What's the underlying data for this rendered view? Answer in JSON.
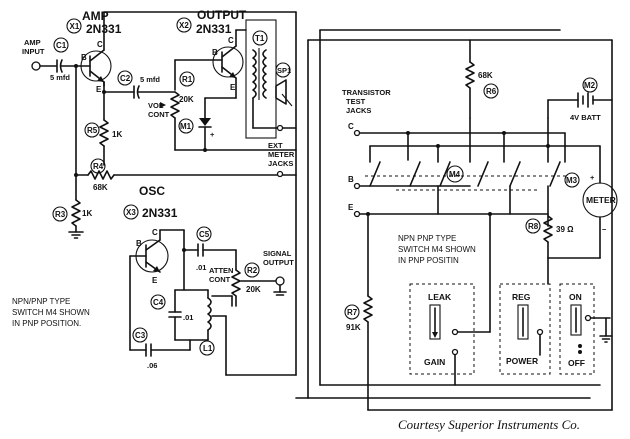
{
  "transistors": {
    "amp": {
      "label": "AMP",
      "ref": "X1",
      "part": "2N331"
    },
    "output": {
      "label": "OUTPUT",
      "ref": "X2",
      "part": "2N331"
    },
    "osc": {
      "label": "OSC",
      "ref": "X3",
      "part": "2N331"
    },
    "pins": {
      "b": "B",
      "c": "C",
      "e": "E"
    }
  },
  "components": {
    "c1": {
      "ref": "C1",
      "value": "5 mfd"
    },
    "c2": {
      "ref": "C2",
      "value": "5 mfd"
    },
    "c3": {
      "ref": "C3",
      "value": ".06"
    },
    "c4": {
      "ref": "C4",
      "value": ".01"
    },
    "c5": {
      "ref": "C5",
      "value": ".01"
    },
    "r1": {
      "ref": "R1",
      "value": "20K"
    },
    "r2": {
      "ref": "R2",
      "value": "20K"
    },
    "r3": {
      "ref": "R3",
      "value": "1K"
    },
    "r4": {
      "ref": "R4",
      "value": "68K"
    },
    "r5": {
      "ref": "R5",
      "value": "1K"
    },
    "r6": {
      "ref": "R6",
      "value": "68K"
    },
    "r7": {
      "ref": "R7",
      "value": "91K"
    },
    "r8": {
      "ref": "R8",
      "value": "39 Ω"
    },
    "m1": {
      "ref": "M1"
    },
    "m2": {
      "ref": "M2",
      "value": "4V BATT"
    },
    "m3": {
      "ref": "M3",
      "value": "METER"
    },
    "m4": {
      "ref": "M4"
    },
    "t1": {
      "ref": "T1"
    },
    "sp1": {
      "ref": "SP1"
    },
    "l1": {
      "ref": "L1"
    }
  },
  "labels": {
    "amp_input": [
      "AMP",
      "INPUT"
    ],
    "vol_cont": [
      "VOL",
      "CONT"
    ],
    "ext_meter_jacks": [
      "EXT",
      "METER",
      "JACKS"
    ],
    "transistor_test_jacks": [
      "TRANSISTOR",
      "TEST",
      "JACKS"
    ],
    "jack_c": "C",
    "jack_b": "B",
    "jack_e": "E",
    "atten_cont": [
      "ATTEN",
      "CONT"
    ],
    "signal_output": [
      "SIGNAL",
      "OUTPUT"
    ],
    "switch_note_inner": [
      "NPN  PNP TYPE",
      "SWITCH M4 SHOWN",
      "IN PNP POSITIN"
    ],
    "switch_note_left": [
      "NPN/PNP TYPE",
      "SWITCH M4 SHOWN",
      "IN PNP POSITION."
    ],
    "leak": "LEAK",
    "gain": "GAIN",
    "reg": "REG",
    "power": "POWER",
    "on": "ON",
    "off": "OFF",
    "plus": "+",
    "minus": "−"
  },
  "credit": "Courtesy Superior Instruments Co."
}
